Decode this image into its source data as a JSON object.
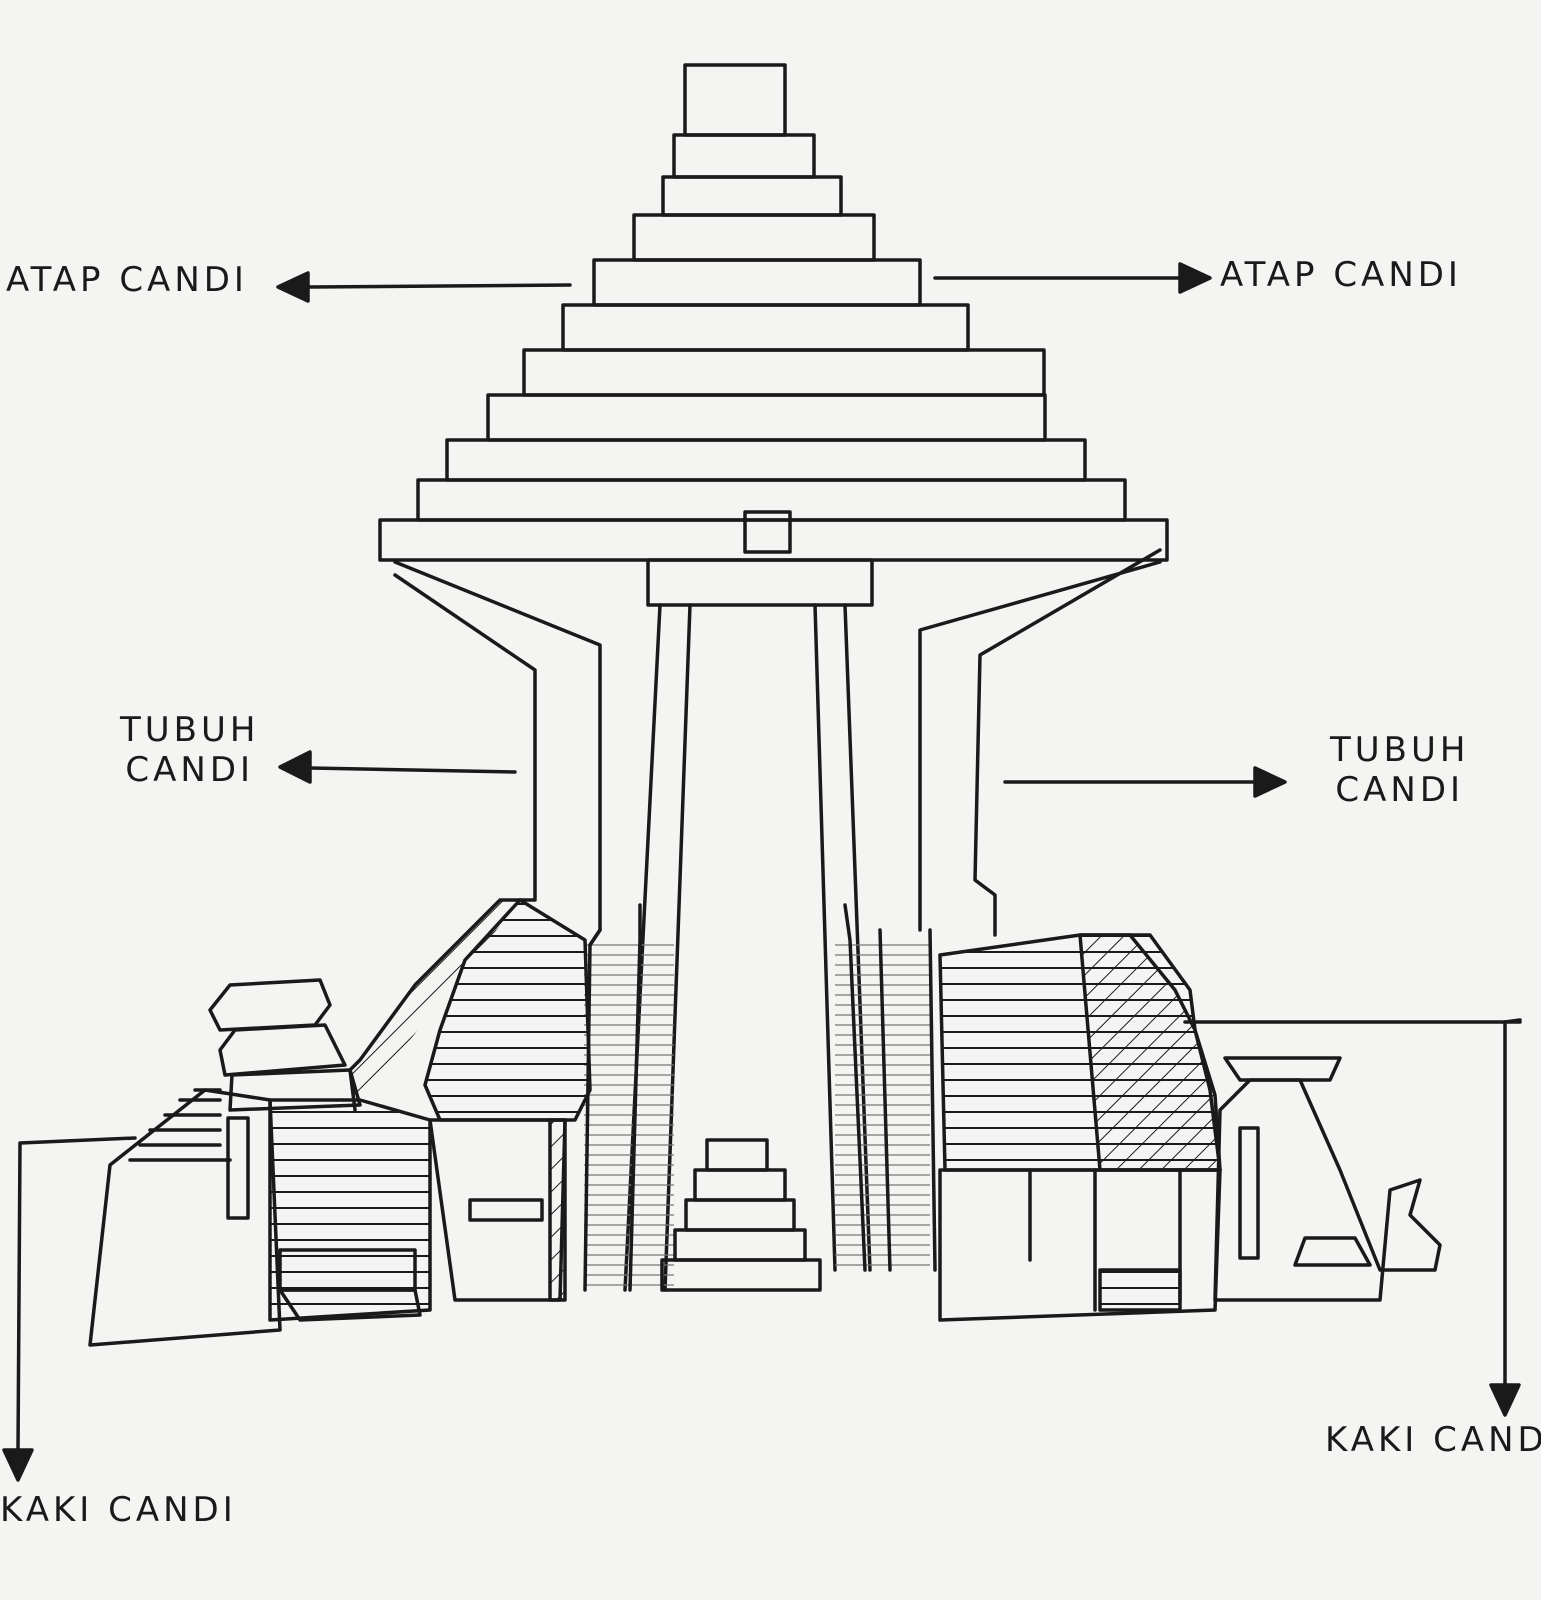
{
  "labels": {
    "roof_left": "ATAP   CANDI",
    "roof_right": "ATAP   CANDI",
    "body_left_line1": "TUBUH",
    "body_left_line2": "CANDI",
    "body_right_line1": "TUBUH",
    "body_right_line2": "CANDI",
    "foot_left": "KAKI  CANDI",
    "foot_right": "KAKI  CANDI"
  },
  "colors": {
    "ink": "#1a1a1a",
    "paper": "#f4f4f2"
  }
}
